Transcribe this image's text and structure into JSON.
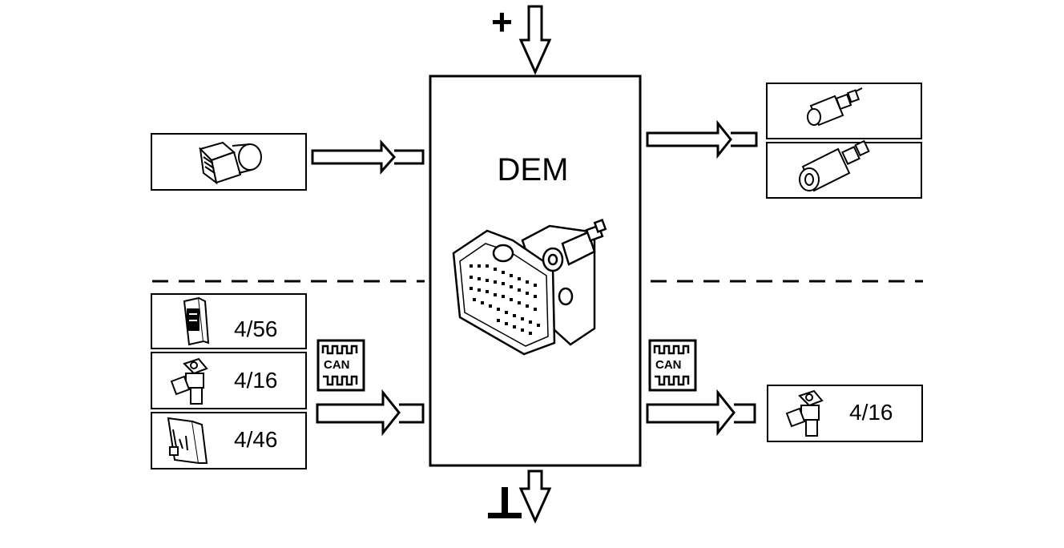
{
  "module": {
    "label": "DEM"
  },
  "supply": {
    "positive_symbol": "+",
    "ground_symbol": "⊥"
  },
  "bus": {
    "label": "CAN"
  },
  "inputs": {
    "sensor": {
      "icon": "speed-sensor-icon"
    },
    "can_modules": [
      {
        "code": "4/56",
        "icon": "control-unit-icon"
      },
      {
        "code": "4/16",
        "icon": "sensor-bracket-icon"
      },
      {
        "code": "4/46",
        "icon": "control-module-icon"
      }
    ]
  },
  "outputs": {
    "solenoids": [
      {
        "icon": "solenoid-valve-icon"
      },
      {
        "icon": "solenoid-valve-icon"
      }
    ],
    "can_module": {
      "code": "4/16",
      "icon": "sensor-bracket-icon"
    }
  }
}
